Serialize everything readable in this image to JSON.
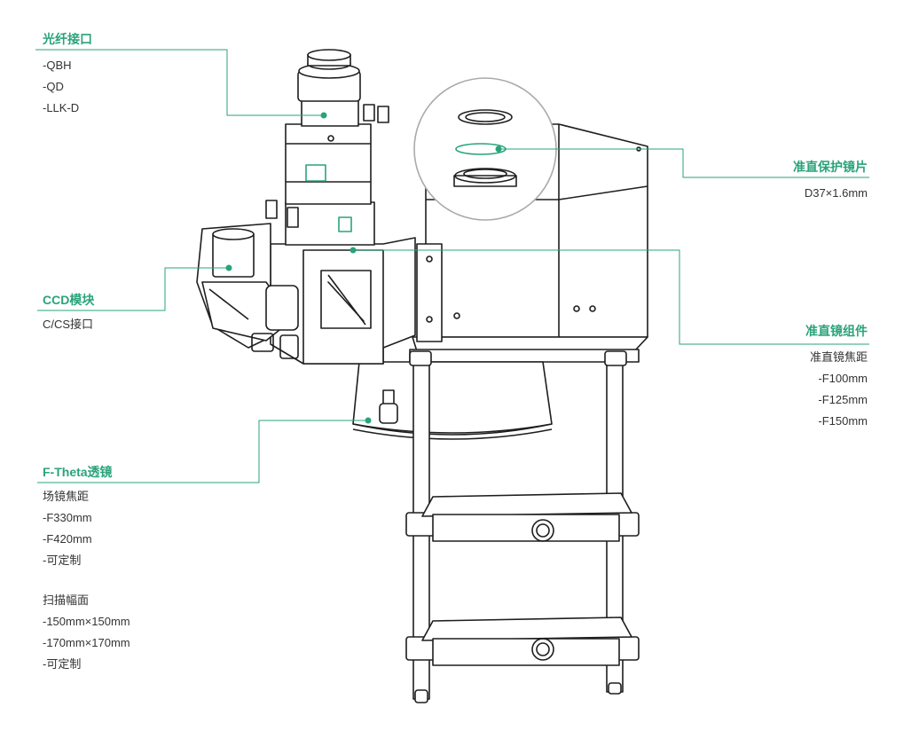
{
  "colors": {
    "accent": "#2aa37a",
    "text": "#333333",
    "stroke": "#1e1e1e"
  },
  "labels": {
    "fiber": {
      "title": "光纤接口",
      "lines": [
        "-QBH",
        "-QD",
        "-LLK-D"
      ]
    },
    "ccd": {
      "title": "CCD模块",
      "lines": [
        "C/CS接口"
      ]
    },
    "ftheta": {
      "title": "F-Theta透镜",
      "lines": [
        "场镜焦距",
        "-F330mm",
        "-F420mm",
        "-可定制",
        "扫描幅面",
        "-150mm×150mm",
        "-170mm×170mm",
        "-可定制"
      ]
    },
    "protect": {
      "title": "准直保护镜片",
      "lines": [
        "D37×1.6mm"
      ]
    },
    "collimator": {
      "title": "准直镜组件",
      "lines": [
        "准直镜焦距",
        "-F100mm",
        "-F125mm",
        "-F150mm"
      ]
    }
  }
}
